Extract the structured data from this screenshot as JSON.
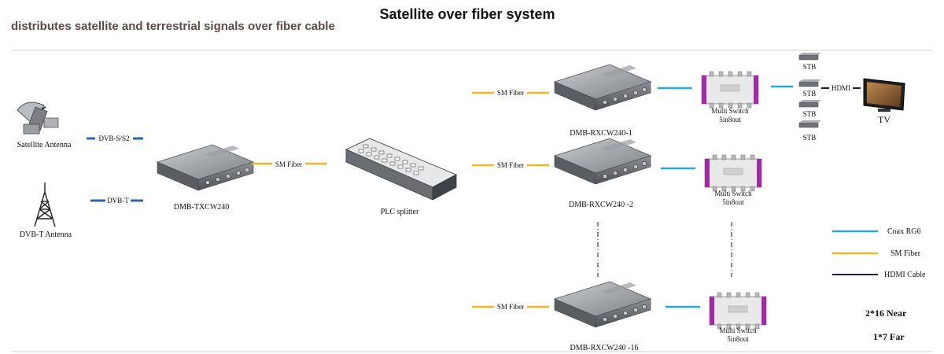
{
  "title": "Satellite over fiber system",
  "subtitle": "distributes satellite and terrestrial signals over fiber cable",
  "nodes": {
    "satellite_antenna": "Satellite Antenna",
    "dvbt_antenna": "DVB-T Antenna",
    "transmitter": "DMB-TXCW240",
    "splitter": "PLC splitter",
    "receiver_1": "DMB-RXCW240-1",
    "receiver_2": "DMB-RXCW240 -2",
    "receiver_16": "DMB-RXCW240 -16",
    "multiswitch_line1": "Multi Switch",
    "multiswitch_line2": "5in8out",
    "stb": "STB",
    "tv": "TV"
  },
  "links": {
    "dvb_s": "DVB-S/S2",
    "dvb_t": "DVB-T",
    "sm_fiber": "SM Fiber",
    "hdmi": "HDMI"
  },
  "legend": {
    "coax": "Coax RG6",
    "fiber": "SM Fiber",
    "hdmi": "HDMI Cable"
  },
  "capacity": {
    "near": "2*16  Near",
    "far": "1*7 Far"
  },
  "colors": {
    "coax": "#29a8e0",
    "fiber": "#f2b824",
    "hdmi": "#1a1f3d",
    "input_link": "#2b63b5",
    "multiswitch": "#a22aa5",
    "device_body": "#8a8d92"
  }
}
